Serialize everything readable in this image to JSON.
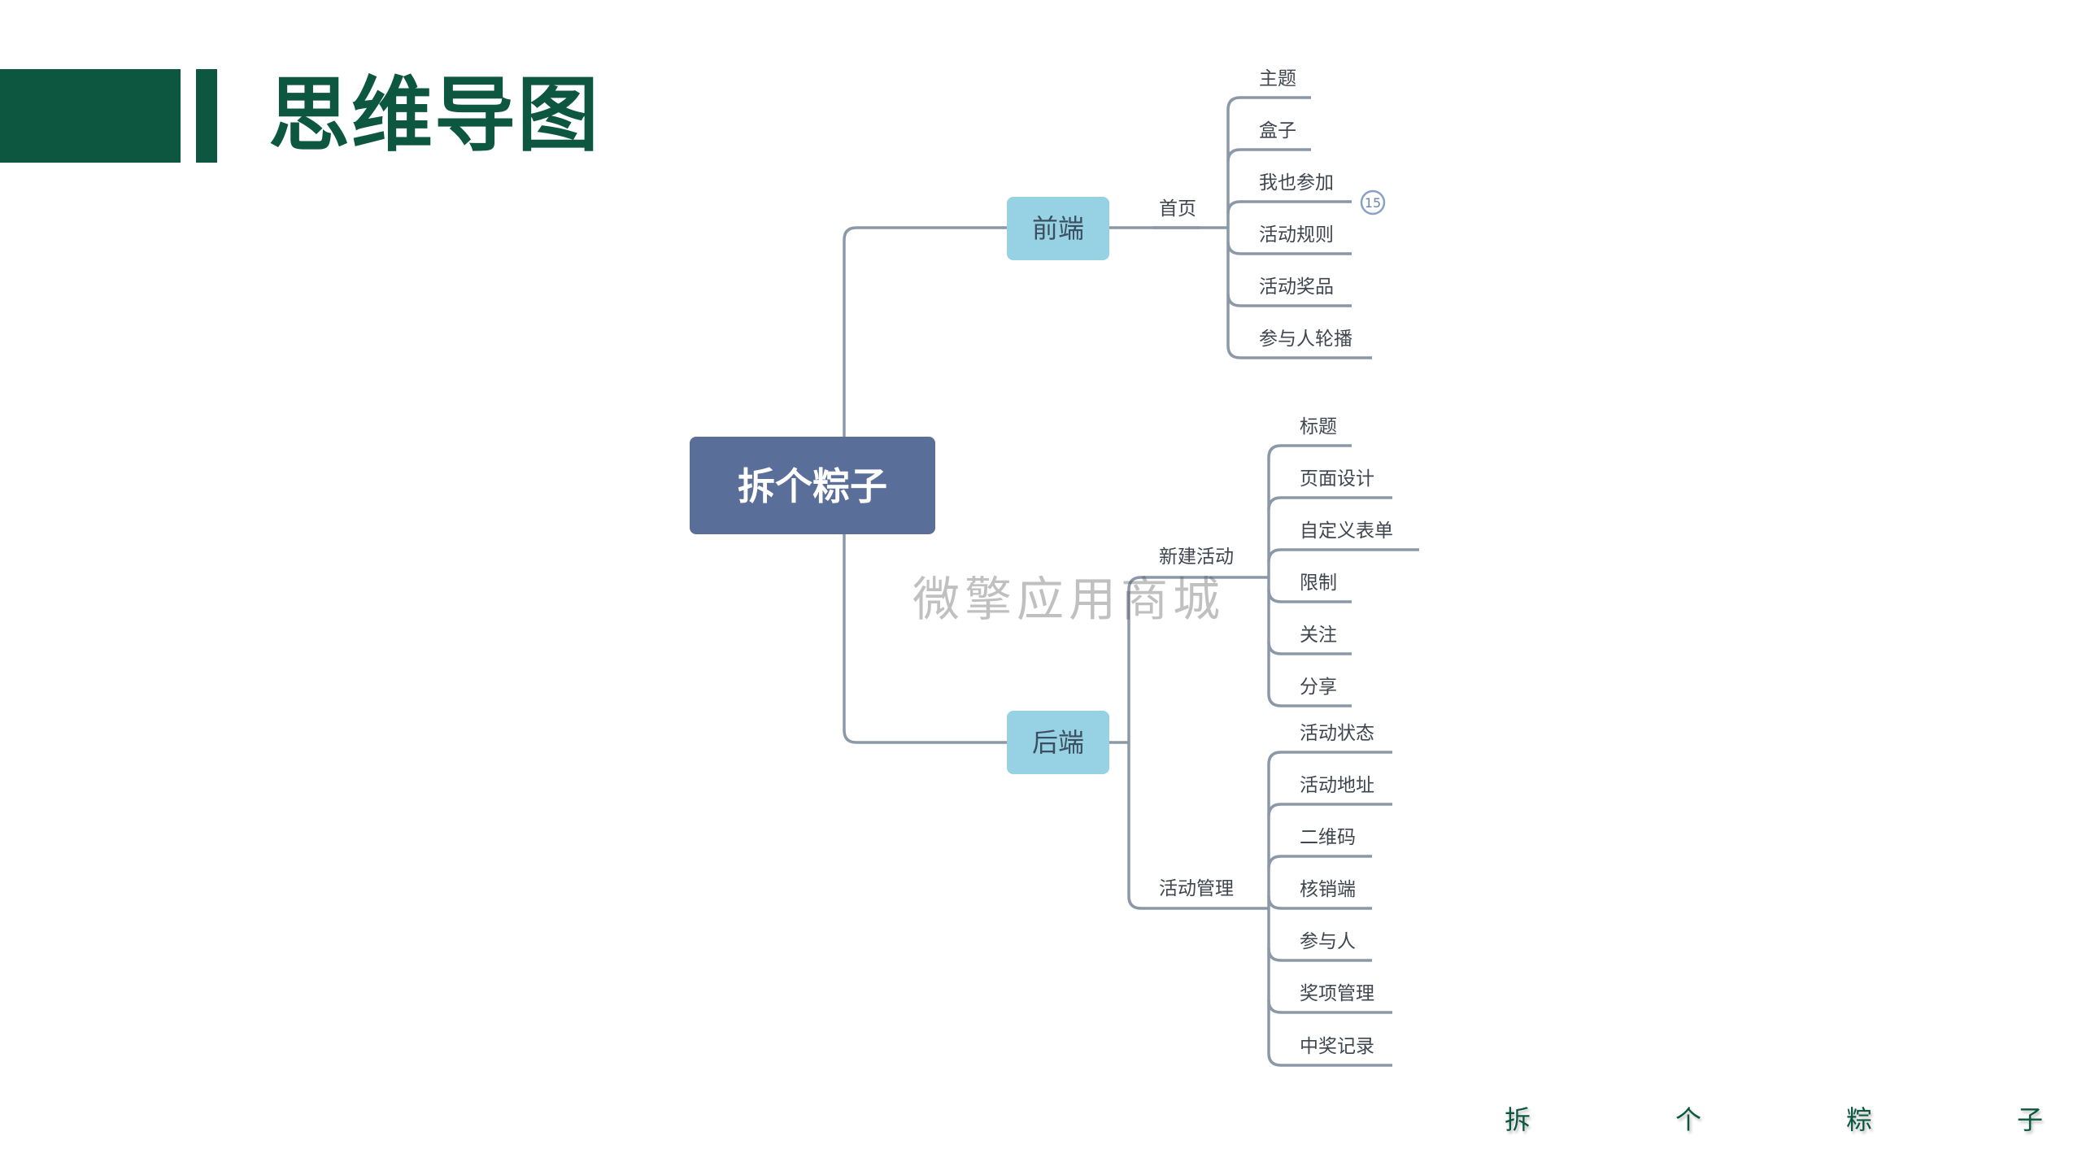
{
  "page": {
    "title": "思维导图",
    "footer_chars": [
      "拆",
      "个",
      "粽",
      "子"
    ],
    "watermark": "微擎应用商城"
  },
  "colors": {
    "brand_green": "#0d5741",
    "root_node": "#5a6e9a",
    "level1_node": "#96d2e4",
    "connector": "#8a98a8"
  },
  "mindmap": {
    "root": "拆个粽子",
    "frontend": {
      "label": "前端",
      "home": {
        "label": "首页",
        "items": [
          "主题",
          "盒子",
          "我也参加",
          "活动规则",
          "活动奖品",
          "参与人轮播"
        ],
        "badge": "15"
      }
    },
    "backend": {
      "label": "后端",
      "new_activity": {
        "label": "新建活动",
        "items": [
          "标题",
          "页面设计",
          "自定义表单",
          "限制",
          "关注",
          "分享"
        ]
      },
      "activity_manage": {
        "label": "活动管理",
        "items": [
          "活动状态",
          "活动地址",
          "二维码",
          "核销端",
          "参与人",
          "奖项管理",
          "中奖记录"
        ]
      }
    }
  }
}
